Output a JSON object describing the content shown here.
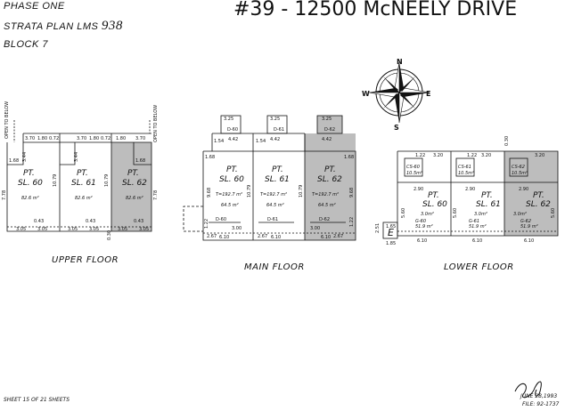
{
  "header": {
    "phase": "PHASE ONE",
    "strata_plan_prefix": "STRATA PLAN LMS",
    "strata_plan_number": "938",
    "block": "BLOCK 7",
    "address": "#39 - 12500 McNEELY DRIVE"
  },
  "compass": {
    "north": "N",
    "south": "S",
    "east": "E",
    "west": "W"
  },
  "floors": {
    "upper": {
      "label": "UPPER FLOOR",
      "open_to_below": "OPEN TO BELOW",
      "units": [
        {
          "pt": "PT.",
          "sl": "SL. 60",
          "area": "82.6 m²"
        },
        {
          "pt": "PT.",
          "sl": "SL. 61",
          "area": "82.6 m²"
        },
        {
          "pt": "PT.",
          "sl": "SL. 62",
          "area": "82.6 m²"
        }
      ],
      "dims": {
        "d1": "1.68",
        "d2": "3.70",
        "d3": "1.80",
        "d4": "0.72",
        "d5": "7.78",
        "d6": "10.79",
        "d7": "3.05",
        "d8": "0.43",
        "d9": "0.30",
        "d10": "3.44"
      }
    },
    "main": {
      "label": "MAIN FLOOR",
      "units": [
        {
          "pt": "PT.",
          "sl": "SL. 60",
          "t": "T=192.7 m²",
          "area": "64.5 m²",
          "d": "D-60"
        },
        {
          "pt": "PT.",
          "sl": "SL. 61",
          "t": "T=192.7 m²",
          "area": "64.5 m²",
          "d": "D-61"
        },
        {
          "pt": "PT.",
          "sl": "SL. 62",
          "t": "T=192.7 m²",
          "area": "64.5 m²",
          "d": "D-62"
        }
      ],
      "dims": {
        "d1": "3.25",
        "d2": "4.42",
        "d3": "1.54",
        "d4": "1.68",
        "d5": "9.68",
        "d6": "10.79",
        "d7": "3.00",
        "d8": "2.67",
        "d9": "6.10",
        "d10": "1.22"
      }
    },
    "lower": {
      "label": "LOWER FLOOR",
      "units": [
        {
          "pt": "PT.",
          "sl": "SL. 60",
          "area": "3.0m²",
          "g": "G-60",
          "garea": "51.9 m²",
          "cs": "CS-60",
          "csarea": "10.5m²"
        },
        {
          "pt": "PT.",
          "sl": "SL. 61",
          "area": "3.0m²",
          "g": "G-61",
          "garea": "51.9 m²",
          "cs": "CS-61",
          "csarea": "10.5m²"
        },
        {
          "pt": "PT.",
          "sl": "SL. 62",
          "area": "3.0m²",
          "g": "G-62",
          "garea": "51.9 m²",
          "cs": "CS-62",
          "csarea": "10.5m²"
        }
      ],
      "e_label": "E",
      "dims": {
        "d1": "3.20",
        "d2": "1.22",
        "d3": "2.90",
        "d4": "6.10",
        "d5": "5.60",
        "d6": "1.65",
        "d7": "0.30",
        "d8": "1.85",
        "d9": "2.51"
      }
    }
  },
  "footer": {
    "sheet": "SHEET 15 OF 21 SHEETS",
    "signature": "S.J.",
    "date": "JUNE 28,1993",
    "file": "FILE: 92-1737"
  }
}
